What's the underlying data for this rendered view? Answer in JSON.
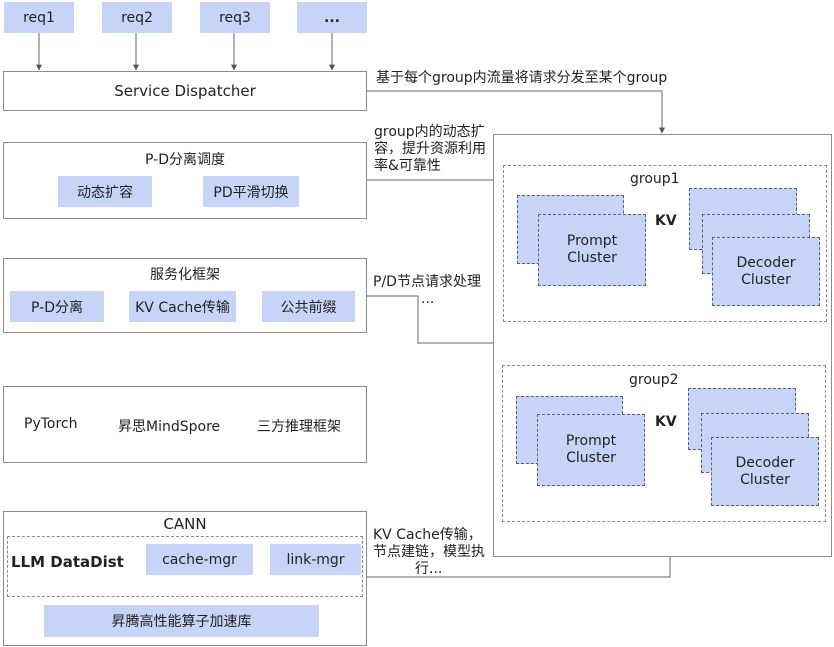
{
  "requests": [
    "req1",
    "req2",
    "req3",
    "..."
  ],
  "dispatcher": {
    "label": "Service Dispatcher"
  },
  "annotations": {
    "dispatch": "基于每个group内流量将请求分发至某个group",
    "scaling": [
      "group内的动态扩",
      "容，提升资源利用",
      "率&可靠性"
    ],
    "pd_request": [
      "P/D节点请求处理",
      "..."
    ],
    "kv_transfer": [
      "KV Cache传输，",
      "节点建链，模型执",
      "行..."
    ]
  },
  "pd_scheduling": {
    "title": "P-D分离调度",
    "items": [
      "动态扩容",
      "PD平滑切换"
    ]
  },
  "service_framework": {
    "title": "服务化框架",
    "items": [
      "P-D分离",
      "KV Cache传输",
      "公共前缀"
    ]
  },
  "frameworks": {
    "items": [
      "PyTorch",
      "昇思MindSpore",
      "三方推理框架"
    ]
  },
  "cann": {
    "title": "CANN",
    "datadist": {
      "label": "LLM DataDist",
      "items": [
        "cache-mgr",
        "link-mgr"
      ]
    },
    "library": "昇腾高性能算子加速库"
  },
  "groups": [
    {
      "label": "group1",
      "kv_label": "KV",
      "prompt": [
        "Prompt",
        "Cluster"
      ],
      "decoder": [
        "Decoder",
        "Cluster"
      ]
    },
    {
      "label": "group2",
      "kv_label": "KV",
      "prompt": [
        "Prompt",
        "Cluster"
      ],
      "decoder": [
        "Decoder",
        "Cluster"
      ]
    }
  ]
}
